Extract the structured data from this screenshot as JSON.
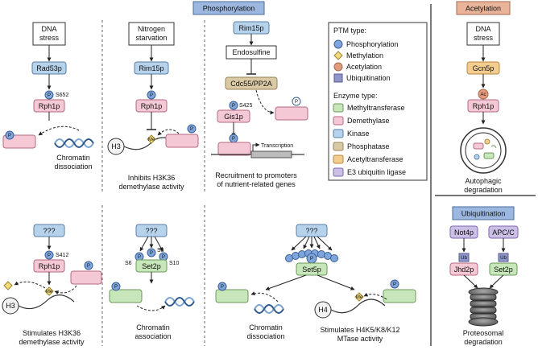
{
  "colors": {
    "kinase_fill": "#b7d3ec",
    "kinase_stroke": "#5a7ea6",
    "demethylase_fill": "#f4c8d4",
    "demethylase_stroke": "#b36a82",
    "methyltransferase_fill": "#c7e6b9",
    "methyltransferase_stroke": "#6d9a5b",
    "phosphatase_fill": "#d9c9a4",
    "phosphatase_stroke": "#98845a",
    "acetyltransferase_fill": "#f3cc8f",
    "acetyltransferase_stroke": "#b8893c",
    "ligase_fill": "#cbbfe6",
    "ligase_stroke": "#7f6ab2",
    "header_fill": "#9db8e0",
    "header_acetyl_fill": "#e9b49a",
    "phospho_dot": "#7fa6dc",
    "methyl_diamond": "#f2dd7a",
    "acetyl_dot": "#e39a7c",
    "ubiq_square": "#8f96c8"
  },
  "headers": {
    "phosphorylation": "Phosphorylation",
    "acetylation": "Acetylation",
    "ubiquitination": "Ubiquitination"
  },
  "panels": {
    "p1": {
      "stimulus_line1": "DNA",
      "stimulus_line2": "stress",
      "kinase": "Rad53p",
      "site": "S652",
      "target": "Rph1p",
      "caption_line1": "Chromatin",
      "caption_line2": "dissociation"
    },
    "p2": {
      "stimulus_line1": "Nitrogen",
      "stimulus_line2": "starvation",
      "kinase": "Rim15p",
      "target": "Rph1p",
      "histone": "H3",
      "methyl": "Me",
      "caption_line1": "Inhibits H3K36",
      "caption_line2": "demethylase activity"
    },
    "p3": {
      "kinase": "Rim15p",
      "inhibitor": "Endosulfine",
      "phosphatase": "Cdc55/PP2A",
      "site": "S425",
      "target": "Gis1p",
      "transcription": "Transcription",
      "caption_line1": "Recruitment to promoters",
      "caption_line2": "of nutrient-related genes"
    },
    "p4": {
      "kinase": "???",
      "site": "S412",
      "target": "Rph1p",
      "histone": "H3",
      "methyl": "Me",
      "caption_line1": "Stimulates H3K36",
      "caption_line2": "demethylase activity"
    },
    "p5": {
      "kinase": "???",
      "site1": "S6",
      "site2": "S8",
      "site3": "S10",
      "target": "Set2p",
      "caption_line1": "Chromatin",
      "caption_line2": "association"
    },
    "p6": {
      "kinase": "???",
      "target": "Set5p",
      "caption_line1": "Chromatin",
      "caption_line2": "dissociation"
    },
    "p7": {
      "histone": "H4",
      "methyl": "Me",
      "caption_line1": "Stimulates H4K5/K8/K12",
      "caption_line2": "MTase activity"
    },
    "acetyl": {
      "stimulus_line1": "DNA",
      "stimulus_line2": "stress",
      "enzyme": "Gcn5p",
      "mark": "Ac",
      "target": "Rph1p",
      "caption_line1": "Autophagic",
      "caption_line2": "degradation"
    },
    "ubiq": {
      "ligase1": "Not4p",
      "ligase2": "APC/C",
      "mark": "Ub",
      "target1": "Jhd2p",
      "target2": "Set2p",
      "caption_line1": "Proteosomal",
      "caption_line2": "degradation"
    }
  },
  "phospho_mark": "P",
  "legend": {
    "ptm_title": "PTM type:",
    "ptm_items": [
      "Phosphorylation",
      "Methylation",
      "Acetylation",
      "Ubiquitination"
    ],
    "enzyme_title": "Enzyme type:",
    "enzyme_items": [
      "Methyltransferase",
      "Demethylase",
      "Kinase",
      "Phosphatase",
      "Acetyltransferase",
      "E3 ubiquitin ligase"
    ]
  }
}
